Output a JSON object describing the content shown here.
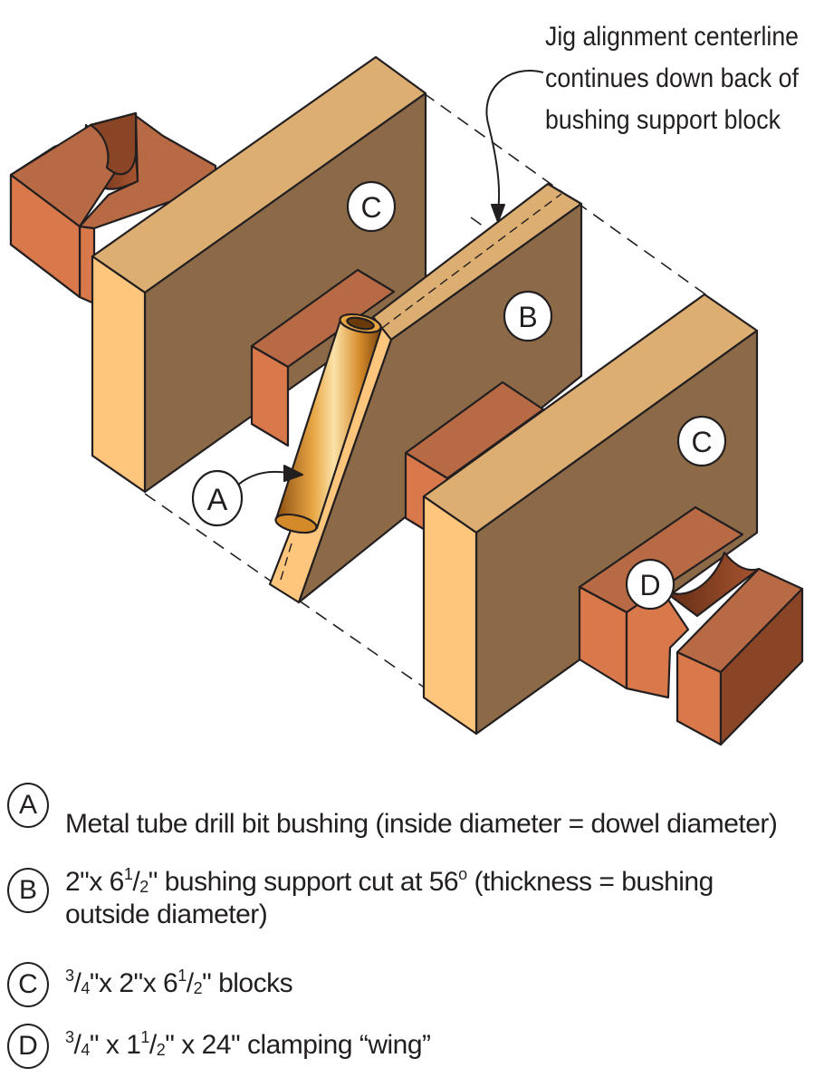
{
  "callout": {
    "line1": "Jig alignment centerline",
    "line2": "continues down back of",
    "line3": "bushing support block"
  },
  "labels": {
    "a": "A",
    "b": "B",
    "c": "C",
    "d": "D"
  },
  "legend": [
    {
      "letter": "A",
      "text": "Metal tube drill bit bushing (inside diameter = dowel diameter)"
    },
    {
      "letter": "B",
      "parts": {
        "p1": "2\"x 6",
        "sup1": "1",
        "slash1": "/",
        "sub1": "2",
        "p2": "\" bushing support cut at 56",
        "deg": "o",
        "p3": " (thickness = bushing"
      },
      "line2": "outside diameter)"
    },
    {
      "letter": "C",
      "parts": {
        "sup1": "3",
        "slash1": "/",
        "sub1": "4",
        "p1": "\"x 2\"x 6",
        "sup2": "1",
        "slash2": "/",
        "sub2": "2",
        "p2": "\" blocks"
      }
    },
    {
      "letter": "D",
      "parts": {
        "sup1": "3",
        "slash1": "/",
        "sub1": "4",
        "p1": "\" x 1",
        "sup2": "1",
        "slash2": "/",
        "sub2": "2",
        "p2": "\" x 24\" clamping “wing”"
      }
    }
  ],
  "colors": {
    "wood_light": "#fdc67c",
    "wood_top": "#dcae72",
    "wood_side": "#8c6a47",
    "brick_front": "#d9784a",
    "brick_top": "#b86a44",
    "brick_side": "#8a4526",
    "tube": "#d58a2a",
    "outline": "#231f20"
  }
}
